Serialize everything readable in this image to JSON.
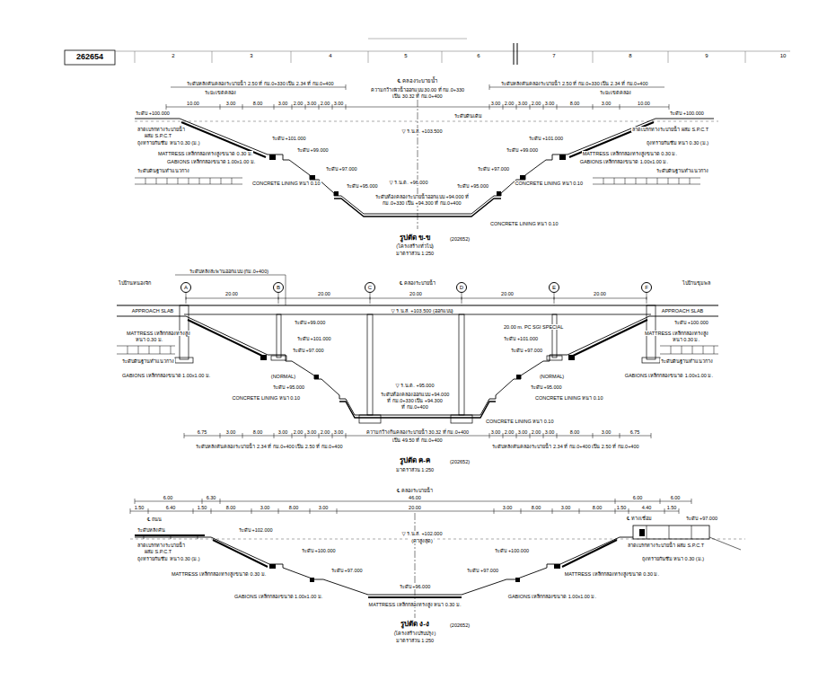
{
  "diagram": {
    "nodes": [
      {
        "text": [
          "A"
        ]
      },
      {
        "text": [
          "B"
        ]
      },
      {
        "text": [
          "C"
        ]
      },
      {
        "text": [
          "D"
        ]
      },
      {
        "text": [
          "E"
        ]
      },
      {
        "text": [
          "F"
        ]
      }
    ],
    "labels": [
      "262654",
      "2",
      "3",
      "4",
      "5",
      "6",
      "7",
      "8",
      "9",
      "10",
      "℄ คลองระบายน้ำ",
      "ระดับหลังคันคลองระบายน้ำ 2.50 ที่ กม.0+330 เป็น 2.34 ที่ กม.0+400",
      "ระดับหลังคันคลองระบายน้ำ 2.50 ที่ กม.0+330 เป็น 2.34 ที่ กม.0+400",
      "ระยะเขตคลอง",
      "ระยะเขตคลอง",
      "ความกว้างผิวน้ำออกแบบ 30.00 ที่ กม.0+330",
      "เป็น 30.32 ที่ กม.0+400",
      "10.00",
      "3.00",
      "8.00",
      "3.00",
      "2.00",
      "3.00",
      "2.00",
      "3.00",
      "3.00",
      "2.00",
      "3.00",
      "2.00",
      "3.00",
      "8.00",
      "3.00",
      "10.00",
      "ระดับ +100.000",
      "ระดับ +100.000",
      "▽ ร.น.ส. +103.500",
      "ระดับดินเดิม",
      "ระดับ +101.000",
      "ระดับ +101.000",
      "ระดับ +99.000",
      "ระดับ +99.000",
      "ระดับ +97.000",
      "ระดับ +97.000",
      "ระดับ +95.000",
      "ระดับ +95.000",
      "▽ ร.น.ต. +96.000",
      "ระดับท้องคลองระบายน้ำออกแบบ +94.000 ที่",
      "กม.0+330 เป็น +94.300 ที่ กม.0+400",
      "ลาดเบรกทางระบายน้ำ",
      "ผสม S.P.C.T",
      "ถุงทรายกันซึม หนา 0.30 (ม.)",
      "MATTRESS เหล็กกล่องทรงสูงขนาด 0.30 ม.",
      "ระดับดินฐานทำแนวกาง",
      "GABIONS เหล็กกล่องขนาด 1.00x1.00 ม.",
      "CONCRETE LINING หนา 0.10",
      "CONCRETE LINING หนา 0.10",
      "MATTRESS เหล็กกล่องทรงสูงขนาด 0.30 ม.",
      "ลาดเบรกทางระบายน้ำ ผสม S.P.C.T",
      "ถุงทรายกันซึม หนา 0.30 (ม.)",
      "GABIONS เหล็กกล่องขนาด 1.00x1.00 ม.",
      "ระดับดินฐานทำแนวกาง",
      "CONCRETE LINING หนา 0.10",
      "รูปตัด ข-ข",
      "(202652)",
      "(โครงสร้างทั่วไป)",
      "มาตราส่วน 1:250",
      "ระดับหลังสะพานออกแบบ (กม.0+400)",
      "ไปบ้านหนองจิก",
      "ไปบ้านชุมพล",
      "℄ คลองระบายน้ำ",
      "20.00",
      "20.00",
      "20.00",
      "20.00",
      "20.00",
      "APPROACH SLAB",
      "APPROACH SLAB",
      "ระดับ +100.000",
      "▽ ร.น.ส. +103.500 (ออกแบบ)",
      "ระดับ +99.000",
      "20.00 m. PC SGI SPECIAL",
      "MATTRESS เหล็กกล่องทรงสูง",
      "หนา 0.30 ม.",
      "MATTRESS เหล็กกล่องทรงสูง",
      "หนา 0.30 ม.",
      "ระดับ +101.000",
      "ระดับ +101.000",
      "ระดับ +97.000",
      "ระดับ +97.000",
      "ระดับดินฐานทำแนวกาง",
      "ระดับดินฐานทำแนวกาง",
      "GABIONS เหล็กกล่องขนาด 1.00x1.00 ม.",
      "GABIONS เหล็กกล่องขนาด 1.00x1.00 ม.",
      "(NORMAL)",
      "(NORMAL)",
      "ระดับ +95.000",
      "ระดับ +95.000",
      "CONCRETE LINING หนา 0.10",
      "CONCRETE LINING หนา 0.10",
      "▽ ร.น.ต. +95.000",
      "ระดับท้องคลองออกแบบ +94.000",
      "ที่ กม.0+330 เป็น +94.300",
      "ที่ กม.0+400",
      "CONCRETE LINING หนา 0.10",
      "6.75",
      "3.00",
      "8.00",
      "3.00",
      "2.00",
      "3.00",
      "2.00",
      "3.00",
      "3.00",
      "2.00",
      "3.00",
      "2.00",
      "3.00",
      "8.00",
      "3.00",
      "6.75",
      "ความกว้างก้นคลองระบายน้ำ 30.32 ที่ กม.0+400",
      "เป็น 49.50 ที่ กม.0+400",
      "ระดับหลังคันคลองระบายน้ำ 2.34 ที่ กม.0+400 เป็น 2.50 ที่ กม.0+400",
      "ระดับหลังคันคลองระบายน้ำ 2.34 ที่ กม.0+400 เป็น 2.50 ที่ กม.0+400",
      "รูปตัด ค-ค",
      "(202652)",
      "มาตราส่วน 1:250",
      "℄ คลองระบายน้ำ",
      "6.00",
      "6.30",
      "46.00",
      "6.00",
      "6.00",
      "1.50",
      "6.40",
      "1.50",
      "8.00",
      "3.00",
      "8.00",
      "3.00",
      "20.00",
      "3.00",
      "8.00",
      "3.00",
      "8.00",
      "1.50",
      "4.40",
      "1.50",
      "℄ ถนน",
      "℄ ทางเชื่อม",
      "▽ ร.น.ส. +102.000",
      "(ค่าสูงสุด)",
      "ระดับ +102.000",
      "ระดับ +100.000",
      "ระดับ +100.000",
      "ระดับ +97.000",
      "ระดับ +97.000",
      "ระดับ +96.000",
      "ระดับหลังคัน",
      "ลาดเบรกทางระบายน้ำ",
      "ผสม S.P.C.T",
      "ถุงทรายกันซึม หนา 0.30 (ม.)",
      "MATTRESS เหล็กกล่องทรงสูงขนาด 0.30 ม.",
      "GABIONS เหล็กกล่องขนาด 1.00x1.00 ม.",
      "MATTRESS เหล็กกล่องทรงสูง หนา 0.30 ม.",
      "GABIONS เหล็กกล่องขนาด 1.00x1.00 ม.",
      "MATTRESS เหล็กกล่องทรงสูงขนาด 0.30 ม.",
      "ลาดเบรกทางระบายน้ำ ผสม S.P.C.T",
      "ถุงทรายกันซึม หนา 0.30 (ม.)",
      "ระดับ +97.000",
      "รูปตัด ง-ง",
      "(202652)",
      "(โครงสร้างปรับปรุง)",
      "มาตราส่วน 1:250"
    ]
  }
}
